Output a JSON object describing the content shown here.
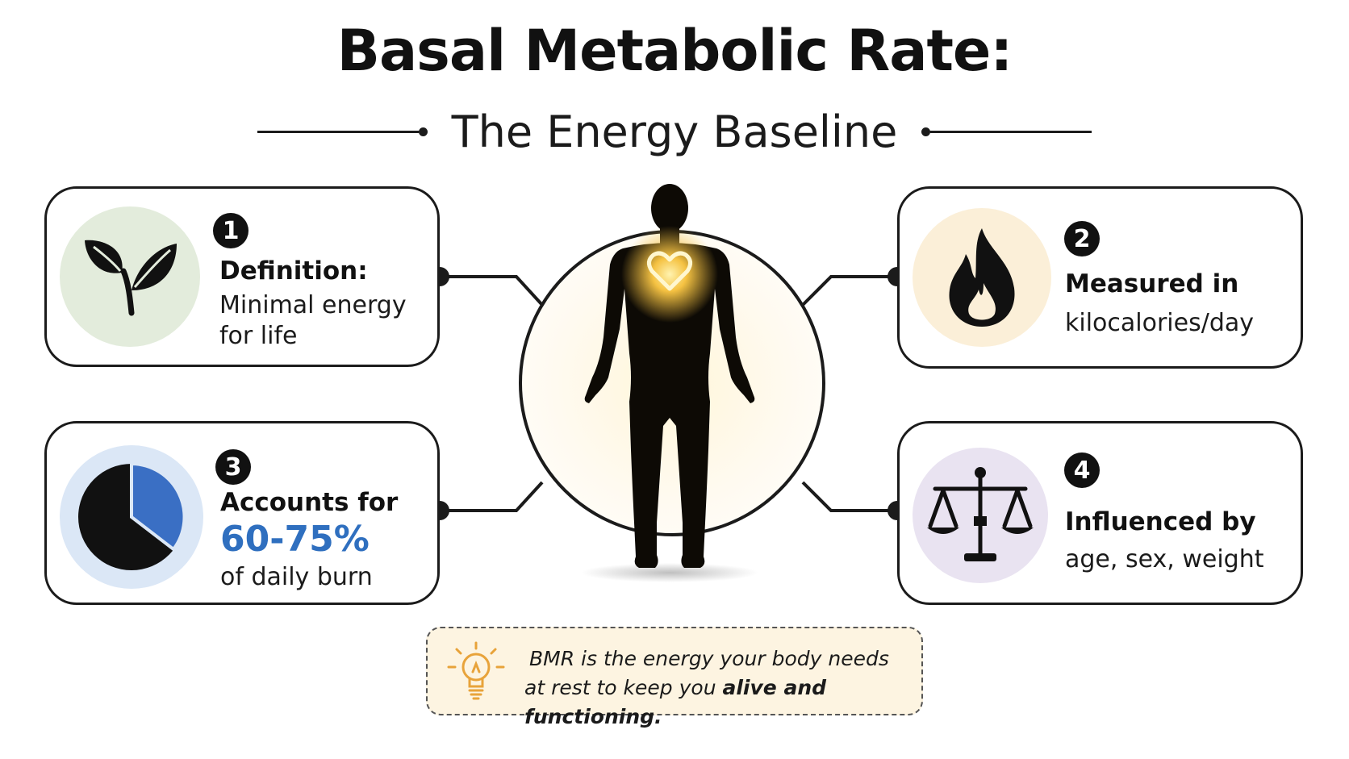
{
  "header": {
    "title": "Basal Metabolic Rate:",
    "subtitle": "The Energy Baseline"
  },
  "cards": [
    {
      "number": "1",
      "icon": "leaf-sprout-icon",
      "icon_bg": "#e3ecdc",
      "heading": "Definition:",
      "line1": "Minimal energy",
      "line2": "for life"
    },
    {
      "number": "2",
      "icon": "flame-icon",
      "icon_bg": "#fbefd8",
      "heading": "Measured in",
      "line1": "kilocalories/day"
    },
    {
      "number": "3",
      "icon": "pie-chart-icon",
      "icon_bg": "#dbe7f6",
      "heading": "Accounts for",
      "highlight": "60-75%",
      "line1": "of daily burn"
    },
    {
      "number": "4",
      "icon": "balance-scale-icon",
      "icon_bg": "#e9e3f1",
      "heading": "Influenced by",
      "line1": "age, sex, weight"
    }
  ],
  "center": {
    "icon": "human-body-silhouette-icon",
    "heart_icon": "glowing-heart-icon",
    "glow_color": "#f5c242"
  },
  "note": {
    "icon": "lightbulb-icon",
    "line1": "BMR is the energy your body needs",
    "line2_plain": "at rest to keep you ",
    "line2_bold": "alive and functioning."
  },
  "colors": {
    "accent_blue": "#2f6fbf",
    "pie_dark": "#111111",
    "pie_blue": "#3a6fc4",
    "bulb": "#e8a33a"
  }
}
